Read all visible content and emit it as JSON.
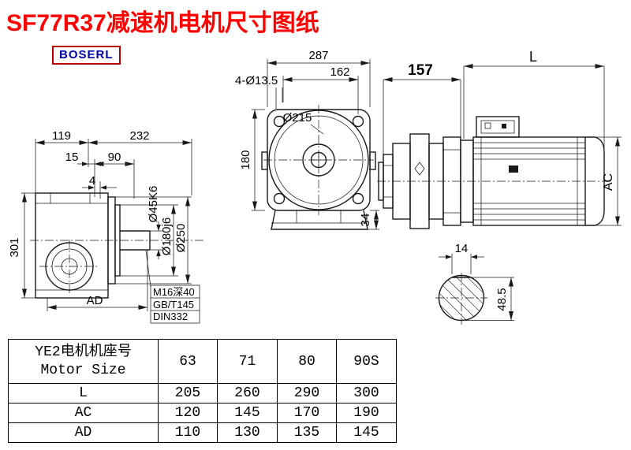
{
  "page": {
    "title": "SF77R37减速机电机尺寸图纸",
    "logo": "BOSERL"
  },
  "left_view": {
    "dim_119": "119",
    "dim_232": "232",
    "dim_15": "15",
    "dim_90": "90",
    "dim_4": "4",
    "dim_301": "301",
    "dim_ad": "AD",
    "shaft_dia": "Ø45K6",
    "spigot_dia": "Ø180j6",
    "flange_dia": "Ø250",
    "note_1": "M16深40",
    "note_2": "GB/T145",
    "note_3": "DIN332"
  },
  "front_view": {
    "dim_287": "287",
    "dim_162": "162",
    "holes_label": "4-Ø13.5",
    "circle_dia": "Ø215",
    "dim_180": "180",
    "dim_34": "34"
  },
  "motor_view": {
    "dim_157": "157",
    "dim_l": "L",
    "dim_ac": "AC"
  },
  "shaft_view": {
    "dim_14": "14",
    "dim_48_5": "48.5"
  },
  "table": {
    "header_line1": "YE2电机机座号",
    "header_line2": "Motor Size",
    "sizes": [
      "63",
      "71",
      "80",
      "90S"
    ],
    "rows": [
      {
        "label": "L",
        "values": [
          "205",
          "260",
          "290",
          "300"
        ]
      },
      {
        "label": "AC",
        "values": [
          "120",
          "145",
          "170",
          "190"
        ]
      },
      {
        "label": "AD",
        "values": [
          "110",
          "130",
          "135",
          "145"
        ]
      }
    ]
  }
}
